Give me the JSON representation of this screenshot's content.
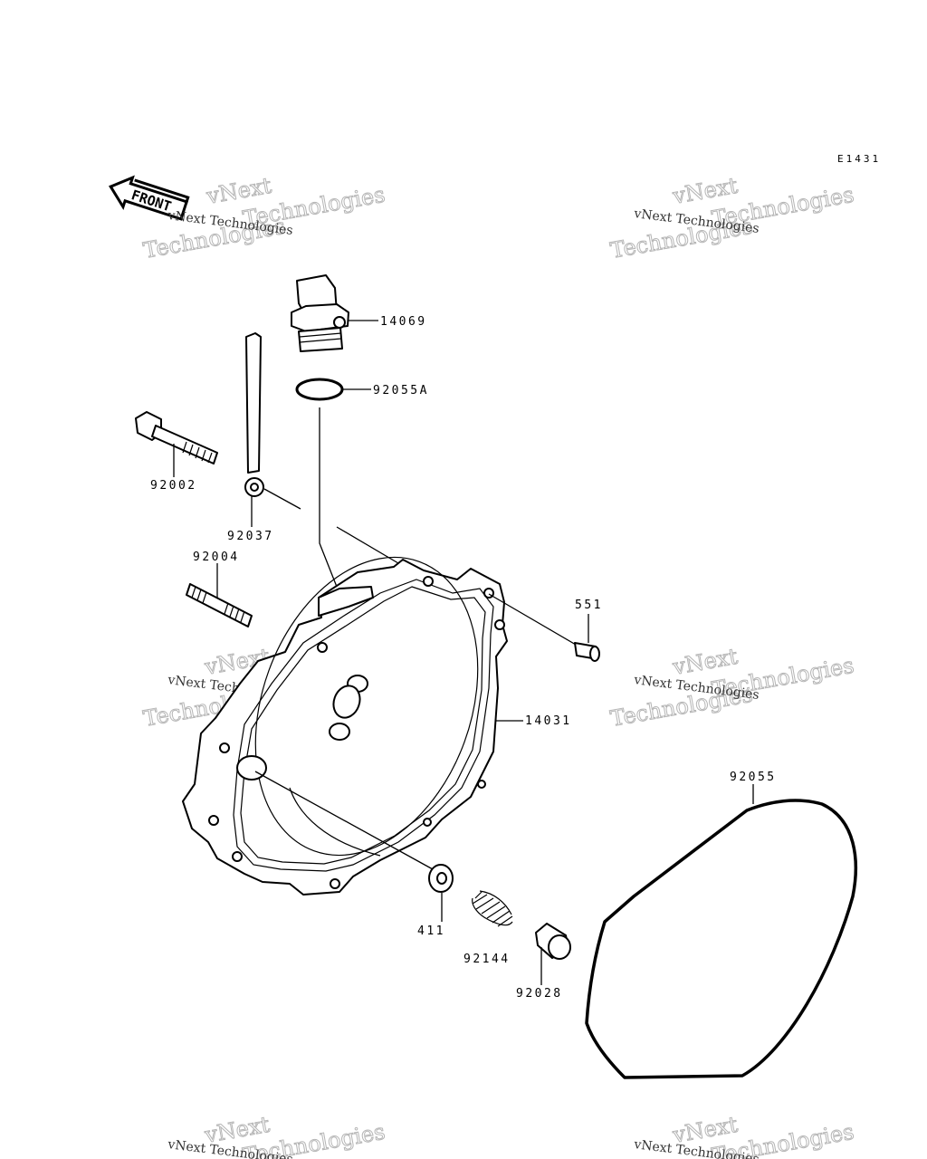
{
  "diagram_code": "E1431",
  "front_label": "FRONT",
  "watermark": {
    "line1": "vNext Technologies",
    "line2": "vNext",
    "line3": "Technologies"
  },
  "parts": [
    {
      "id": "14069",
      "label": "14069"
    },
    {
      "id": "92055A",
      "label": "92055A"
    },
    {
      "id": "92002",
      "label": "92002"
    },
    {
      "id": "92037",
      "label": "92037"
    },
    {
      "id": "92004",
      "label": "92004"
    },
    {
      "id": "551",
      "label": "551"
    },
    {
      "id": "14031",
      "label": "14031"
    },
    {
      "id": "92055",
      "label": "92055"
    },
    {
      "id": "411",
      "label": "411"
    },
    {
      "id": "92144",
      "label": "92144"
    },
    {
      "id": "92028",
      "label": "92028"
    }
  ]
}
